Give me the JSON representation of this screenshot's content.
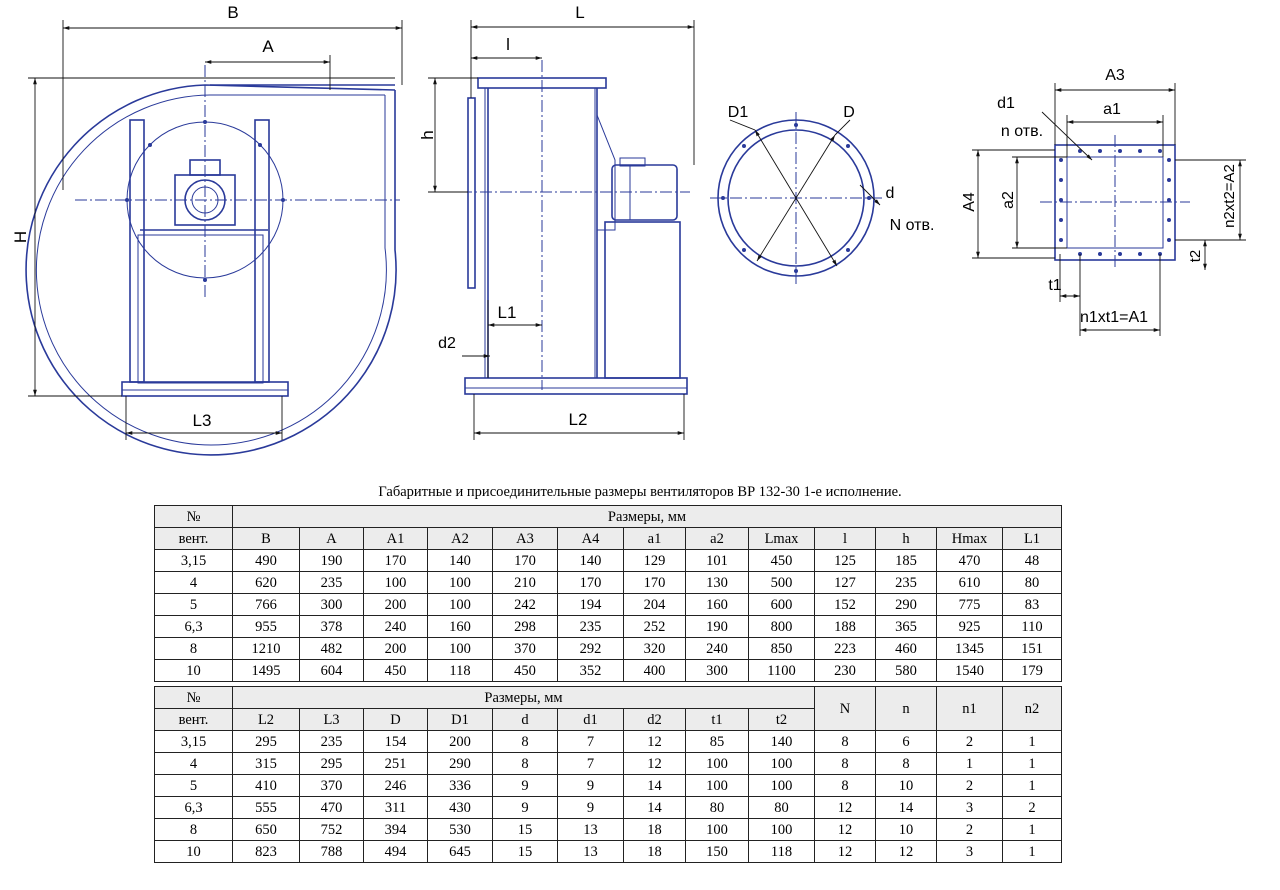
{
  "drawing": {
    "front_labels": {
      "B": "B",
      "A": "A",
      "H": "H",
      "L3": "L3"
    },
    "side_labels": {
      "L": "L",
      "l": "l",
      "h": "h",
      "L1": "L1",
      "d2": "d2",
      "L2": "L2"
    },
    "flange_labels": {
      "D1": "D1",
      "D": "D",
      "d": "d",
      "N": "N отв."
    },
    "outlet_labels": {
      "A3": "A3",
      "a1": "a1",
      "d1": "d1",
      "n": "n отв.",
      "A4": "A4",
      "a2": "a2",
      "n2t2": "n2xt2=A2",
      "t2": "t2",
      "t1": "t1",
      "n1t1": "n1xt1=A1"
    },
    "colors": {
      "line": "#2a3a9a",
      "dim": "#111111",
      "header_bg": "#ececec"
    }
  },
  "table_title": "Габаритные и присоединительные размеры вентиляторов ВР 132-30 1-е исполнение.",
  "table1": {
    "no_label_1": "№",
    "no_label_2": "вент.",
    "group_label": "Размеры, мм",
    "columns": [
      "B",
      "A",
      "A1",
      "A2",
      "A3",
      "A4",
      "a1",
      "a2",
      "Lmax",
      "l",
      "h",
      "Hmax",
      "L1"
    ],
    "rows": [
      [
        "3,15",
        "490",
        "190",
        "170",
        "140",
        "170",
        "140",
        "129",
        "101",
        "450",
        "125",
        "185",
        "470",
        "48"
      ],
      [
        "4",
        "620",
        "235",
        "100",
        "100",
        "210",
        "170",
        "170",
        "130",
        "500",
        "127",
        "235",
        "610",
        "80"
      ],
      [
        "5",
        "766",
        "300",
        "200",
        "100",
        "242",
        "194",
        "204",
        "160",
        "600",
        "152",
        "290",
        "775",
        "83"
      ],
      [
        "6,3",
        "955",
        "378",
        "240",
        "160",
        "298",
        "235",
        "252",
        "190",
        "800",
        "188",
        "365",
        "925",
        "110"
      ],
      [
        "8",
        "1210",
        "482",
        "200",
        "100",
        "370",
        "292",
        "320",
        "240",
        "850",
        "223",
        "460",
        "1345",
        "151"
      ],
      [
        "10",
        "1495",
        "604",
        "450",
        "118",
        "450",
        "352",
        "400",
        "300",
        "1100",
        "230",
        "580",
        "1540",
        "179"
      ]
    ]
  },
  "table2": {
    "no_label_1": "№",
    "no_label_2": "вент.",
    "group_label": "Размеры, мм",
    "columns": [
      "L2",
      "L3",
      "D",
      "D1",
      "d",
      "d1",
      "d2",
      "t1",
      "t2"
    ],
    "extra_columns": [
      "N",
      "n",
      "n1",
      "n2"
    ],
    "rows": [
      [
        "3,15",
        "295",
        "235",
        "154",
        "200",
        "8",
        "7",
        "12",
        "85",
        "140",
        "8",
        "6",
        "2",
        "1"
      ],
      [
        "4",
        "315",
        "295",
        "251",
        "290",
        "8",
        "7",
        "12",
        "100",
        "100",
        "8",
        "8",
        "1",
        "1"
      ],
      [
        "5",
        "410",
        "370",
        "246",
        "336",
        "9",
        "9",
        "14",
        "100",
        "100",
        "8",
        "10",
        "2",
        "1"
      ],
      [
        "6,3",
        "555",
        "470",
        "311",
        "430",
        "9",
        "9",
        "14",
        "80",
        "80",
        "12",
        "14",
        "3",
        "2"
      ],
      [
        "8",
        "650",
        "752",
        "394",
        "530",
        "15",
        "13",
        "18",
        "100",
        "100",
        "12",
        "10",
        "2",
        "1"
      ],
      [
        "10",
        "823",
        "788",
        "494",
        "645",
        "15",
        "13",
        "18",
        "150",
        "118",
        "12",
        "12",
        "3",
        "1"
      ]
    ]
  }
}
